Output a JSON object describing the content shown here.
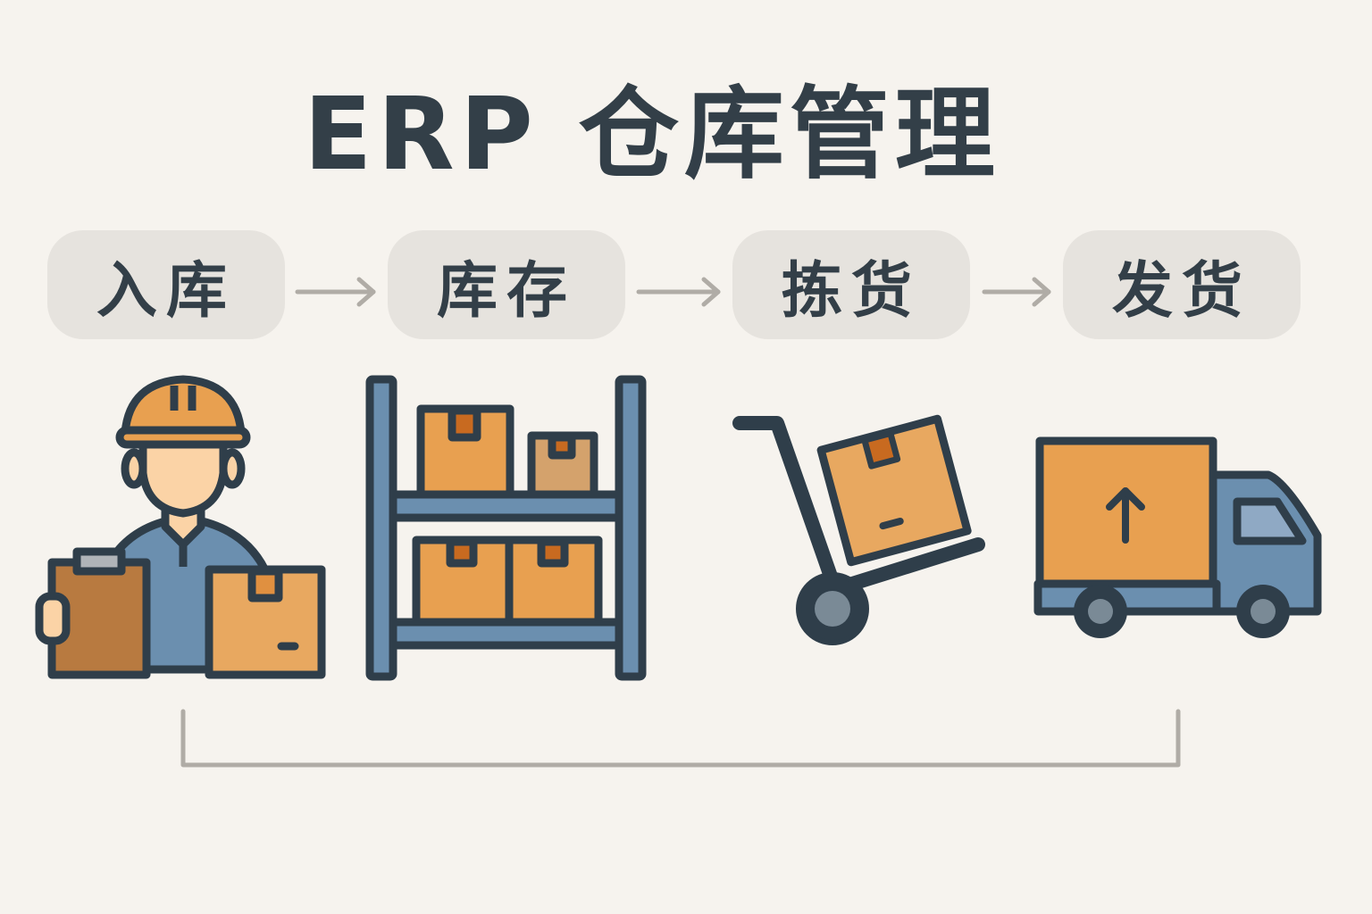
{
  "title": "ERP 仓库管理",
  "steps": [
    {
      "label": "入库",
      "icon": "worker-with-box-icon"
    },
    {
      "label": "库存",
      "icon": "shelf-icon"
    },
    {
      "label": "拣货",
      "icon": "hand-truck-icon"
    },
    {
      "label": "发货",
      "icon": "delivery-truck-icon"
    }
  ],
  "colors": {
    "background": "#f6f3ee",
    "pill": "#e6e3de",
    "text": "#333f48",
    "outline": "#2f3e4a",
    "box": "#e8a050",
    "blue": "#6b8faf",
    "arrow": "#b0aca6"
  }
}
